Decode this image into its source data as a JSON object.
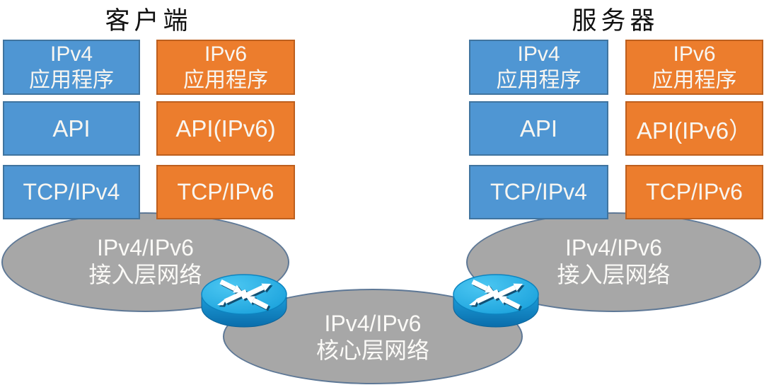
{
  "diagram_title": "IPv4/IPv6 dual-stack client-server network diagram",
  "colors": {
    "blue_box": "#4f96d3",
    "orange_box": "#ec7d2d",
    "network_gray": "#a7a7a7",
    "ellipse_border": "#5e7896",
    "router_blue": "#14a0dd",
    "box_text": "#f8f6f1",
    "title_text": "#111111"
  },
  "icons": {
    "left_router": "cisco-router-icon",
    "right_router": "cisco-router-icon"
  },
  "client": {
    "title": "客户端",
    "ipv4_app": {
      "line1": "IPv4",
      "line2": "应用程序"
    },
    "ipv6_app": {
      "line1": "IPv6",
      "line2": "应用程序"
    },
    "api_v4": "API",
    "api_v6": "API(IPv6)",
    "tcp_v4": "TCP/IPv4",
    "tcp_v6": "TCP/IPv6",
    "access_network": {
      "line1": "IPv4/IPv6",
      "line2": "接入层网络"
    }
  },
  "server": {
    "title": "服务器",
    "ipv4_app": {
      "line1": "IPv4",
      "line2": "应用程序"
    },
    "ipv6_app": {
      "line1": "IPv6",
      "line2": "应用程序"
    },
    "api_v4": "API",
    "api_v6": "API(IPv6）",
    "tcp_v4": "TCP/IPv4",
    "tcp_v6": "TCP/IPv6",
    "access_network": {
      "line1": "IPv4/IPv6",
      "line2": "接入层网络"
    }
  },
  "core_network": {
    "line1": "IPv4/IPv6",
    "line2": "核心层网络"
  }
}
